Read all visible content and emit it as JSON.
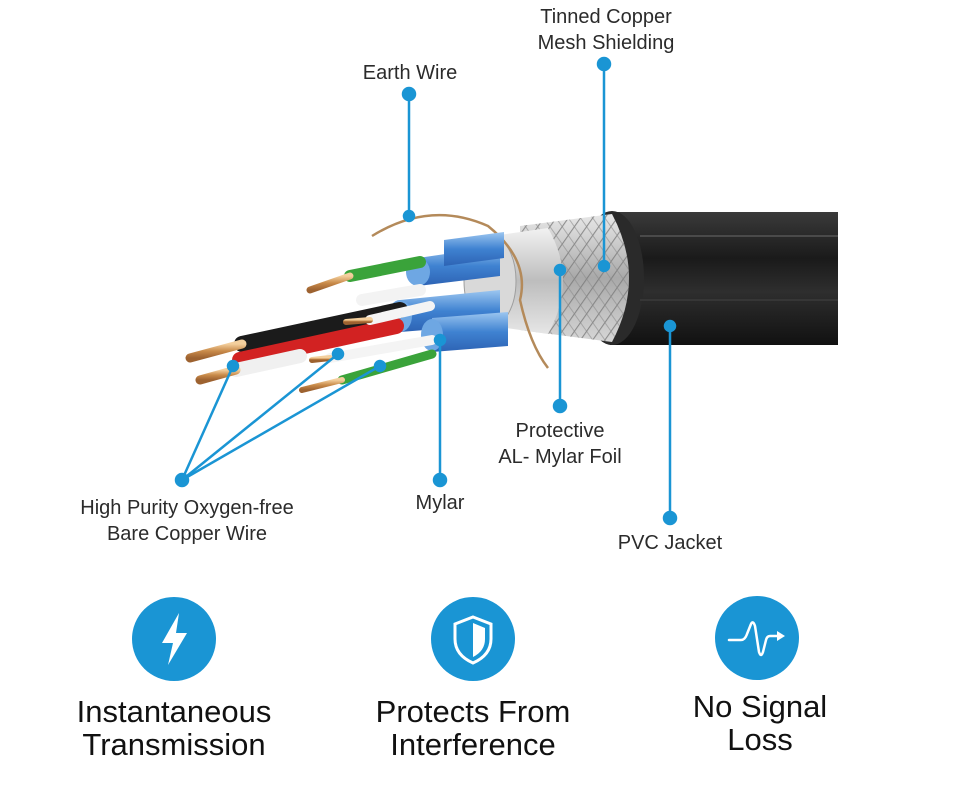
{
  "diagram": {
    "callouts": {
      "earth_wire": "Earth Wire",
      "tinned_copper_line1": "Tinned Copper",
      "tinned_copper_line2": "Mesh Shielding",
      "copper_wire_line1": "High Purity Oxygen-free",
      "copper_wire_line2": "Bare Copper Wire",
      "mylar": "Mylar",
      "foil_line1": "Protective",
      "foil_line2": "AL- Mylar Foil",
      "pvc_jacket": "PVC Jacket"
    },
    "colors": {
      "accent": "#1a95d4",
      "jacket": "#1c1c1c",
      "mylar_blue": "#4f8fd6",
      "copper": "#d79b5a",
      "shield": "#c8c8c8"
    }
  },
  "features": [
    {
      "icon": "lightning-bolt-icon",
      "line1": "Instantaneous",
      "line2": "Transmission"
    },
    {
      "icon": "shield-icon",
      "line1": "Protects From",
      "line2": "Interference"
    },
    {
      "icon": "signal-wave-icon",
      "line1": "No Signal",
      "line2": "Loss"
    }
  ]
}
